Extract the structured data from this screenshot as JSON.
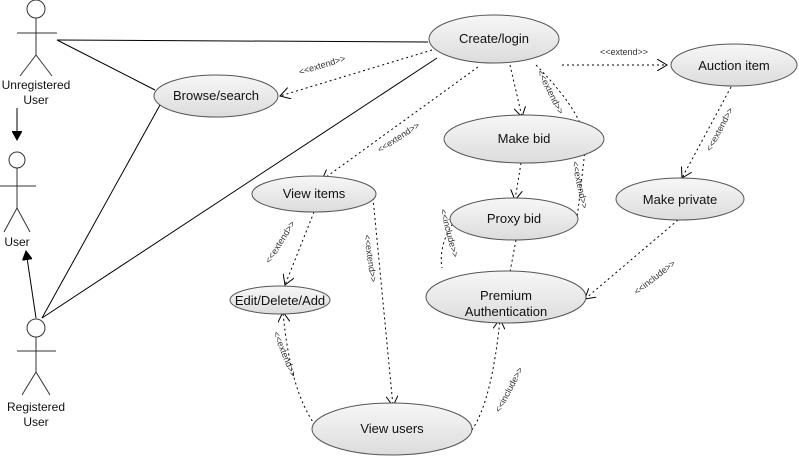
{
  "actors": {
    "unregistered": {
      "label_line1": "Unregistered",
      "label_line2": "User"
    },
    "user": {
      "label": "User"
    },
    "registered": {
      "label_line1": "Registered",
      "label_line2": "User"
    }
  },
  "use_cases": {
    "create_login": "Create/login",
    "browse_search": "Browse/search",
    "auction_item": "Auction item",
    "make_bid": "Make bid",
    "view_items": "View items",
    "proxy_bid": "Proxy bid",
    "make_private": "Make private",
    "edit_delete_add": "Edit/Delete/Add",
    "premium_line1": "Premium",
    "premium_line2": "Authentication",
    "view_users": "View users"
  },
  "stereotypes": {
    "extend": "<<extend>>",
    "include": "<<include>>"
  }
}
